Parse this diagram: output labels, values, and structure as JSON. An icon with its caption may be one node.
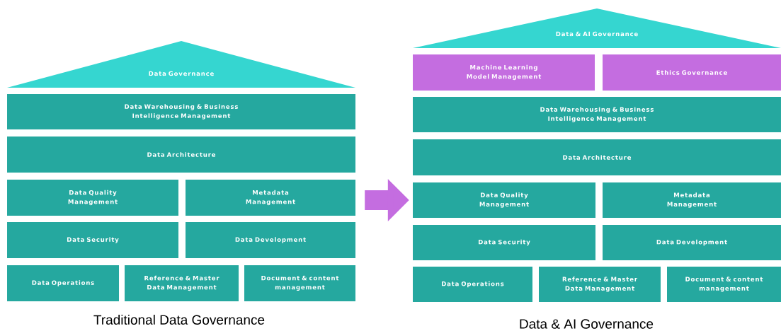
{
  "diagram": {
    "nodes": [
      {
        "text": [
          "Data Governance"
        ]
      },
      {
        "text": [
          "Data Warehousing & Business Intelligence Management"
        ]
      },
      {
        "text": [
          "Data Architecture"
        ]
      },
      {
        "text": [
          "Data Quality Management"
        ]
      },
      {
        "text": [
          "Metadata Management"
        ]
      },
      {
        "text": [
          "Data Security"
        ]
      },
      {
        "text": [
          "Data Development"
        ]
      },
      {
        "text": [
          "Data Operations"
        ]
      },
      {
        "text": [
          "Reference & Master Data Management"
        ]
      },
      {
        "text": [
          "Document & content management"
        ]
      },
      {
        "text": [
          "Data & AI Governance"
        ]
      },
      {
        "text": [
          "Machine Learning Model Management"
        ]
      },
      {
        "text": [
          "Ethics Governance"
        ]
      },
      {
        "text": [
          "Data Warehousing & Business Intelligence Management"
        ]
      },
      {
        "text": [
          "Data Architecture"
        ]
      },
      {
        "text": [
          "Data Quality Management"
        ]
      },
      {
        "text": [
          "Metadata Management"
        ]
      },
      {
        "text": [
          "Data Security"
        ]
      },
      {
        "text": [
          "Data Development"
        ]
      },
      {
        "text": [
          "Data Operations"
        ]
      },
      {
        "text": [
          "Reference & Master Data Management"
        ]
      },
      {
        "text": [
          "Document & content management"
        ]
      }
    ],
    "edges": [
      {
        "from": 4,
        "to": 15,
        "arrow": "to"
      }
    ],
    "labels": [
      "Traditional Data Governance",
      "Data & AI Governance"
    ]
  }
}
